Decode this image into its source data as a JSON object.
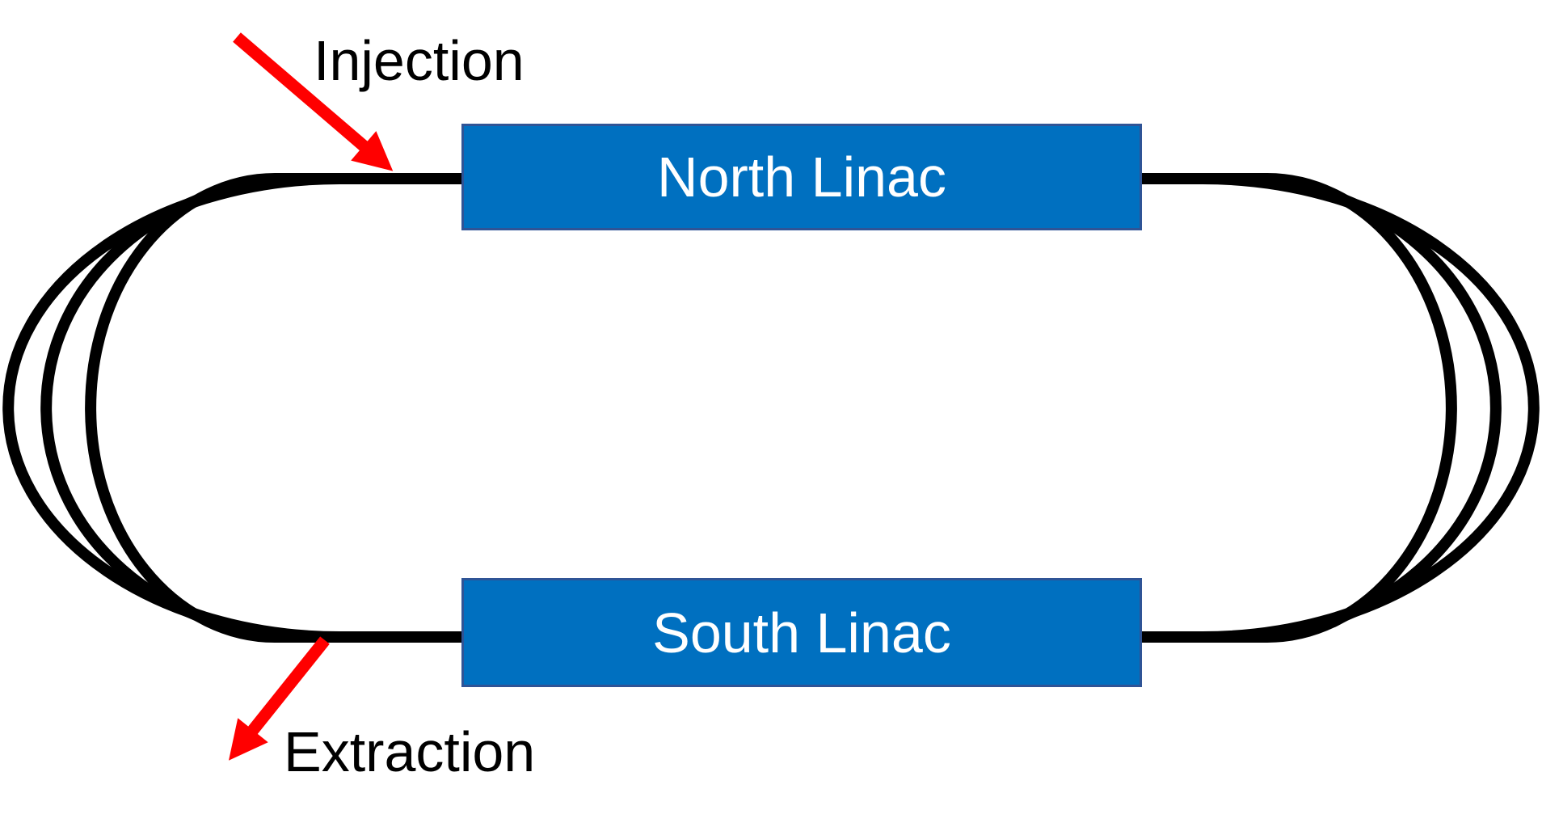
{
  "diagram": {
    "type": "recirculating-linac-racetrack",
    "labels": {
      "injection": "Injection",
      "extraction": "Extraction"
    },
    "boxes": {
      "north": {
        "label": "North Linac"
      },
      "south": {
        "label": "South Linac"
      }
    },
    "arcs": {
      "passes_per_side": 3
    },
    "colors": {
      "box_fill": "#0070C0",
      "box_border": "#2F5496",
      "box_text": "#FFFFFF",
      "beamline": "#000000",
      "arrow": "#FF0000",
      "label_text": "#000000",
      "background": "#FFFFFF"
    }
  }
}
